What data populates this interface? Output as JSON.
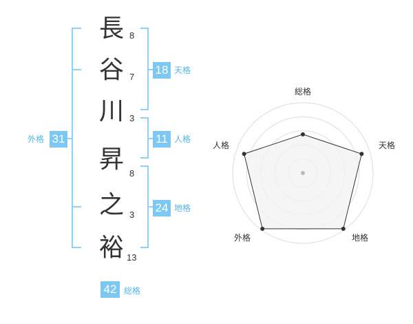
{
  "name_chars": [
    {
      "char": "長",
      "strokes": "8"
    },
    {
      "char": "谷",
      "strokes": "7"
    },
    {
      "char": "川",
      "strokes": "3"
    },
    {
      "char": "昇",
      "strokes": "8"
    },
    {
      "char": "之",
      "strokes": "3"
    },
    {
      "char": "裕",
      "strokes": "13"
    }
  ],
  "kaku": {
    "tenkaku": {
      "value": "18",
      "label": "天格"
    },
    "jinkaku": {
      "value": "11",
      "label": "人格"
    },
    "chikaku": {
      "value": "24",
      "label": "地格"
    },
    "gaikaku": {
      "value": "31",
      "label": "外格"
    },
    "soukaku": {
      "value": "42",
      "label": "総格"
    }
  },
  "chart_data": {
    "type": "radar",
    "axes": [
      "総格",
      "天格",
      "地格",
      "外格",
      "人格"
    ],
    "values": [
      0.55,
      0.88,
      0.98,
      0.98,
      0.88
    ],
    "rings": 5,
    "colors": {
      "grid": "#dddddd",
      "fill": "#f2f2f2",
      "line": "#333333",
      "center": "#bbbbbb"
    }
  }
}
